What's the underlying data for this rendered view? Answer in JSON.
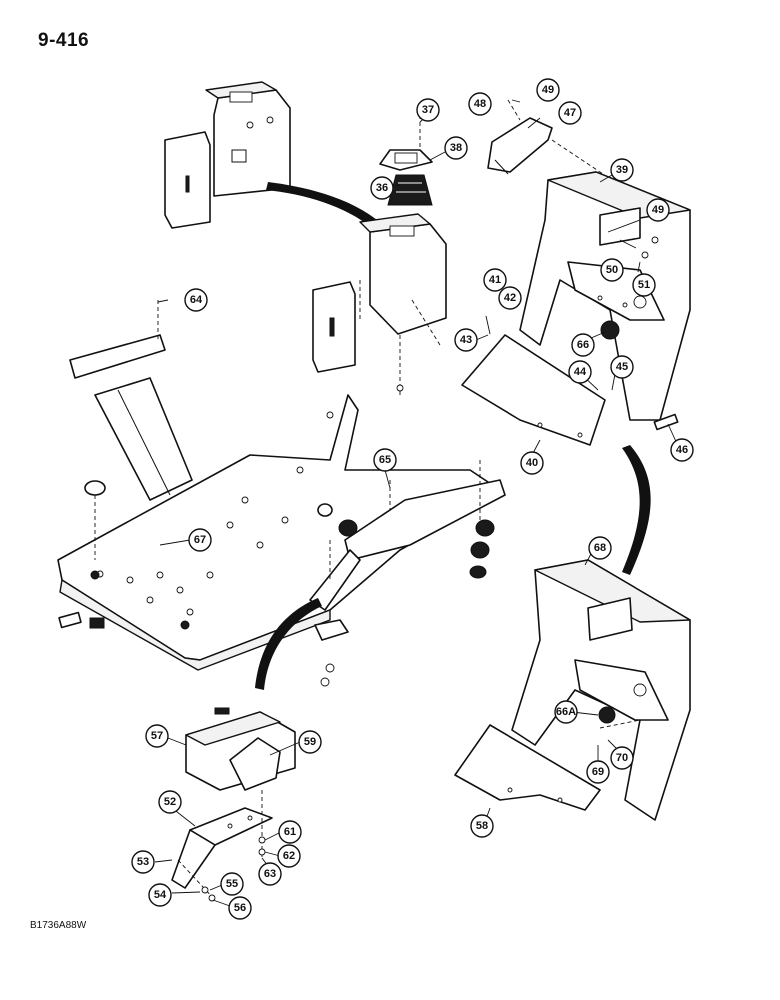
{
  "page_number": "9-416",
  "drawing_code": "B1736A88W",
  "callouts": [
    "36",
    "37",
    "38",
    "39",
    "40",
    "41",
    "42",
    "43",
    "44",
    "45",
    "46",
    "47",
    "48",
    "49",
    "49",
    "50",
    "51",
    "52",
    "53",
    "54",
    "55",
    "56",
    "57",
    "58",
    "59",
    "61",
    "62",
    "63",
    "64",
    "65",
    "66",
    "66A",
    "67",
    "68",
    "69",
    "70"
  ]
}
